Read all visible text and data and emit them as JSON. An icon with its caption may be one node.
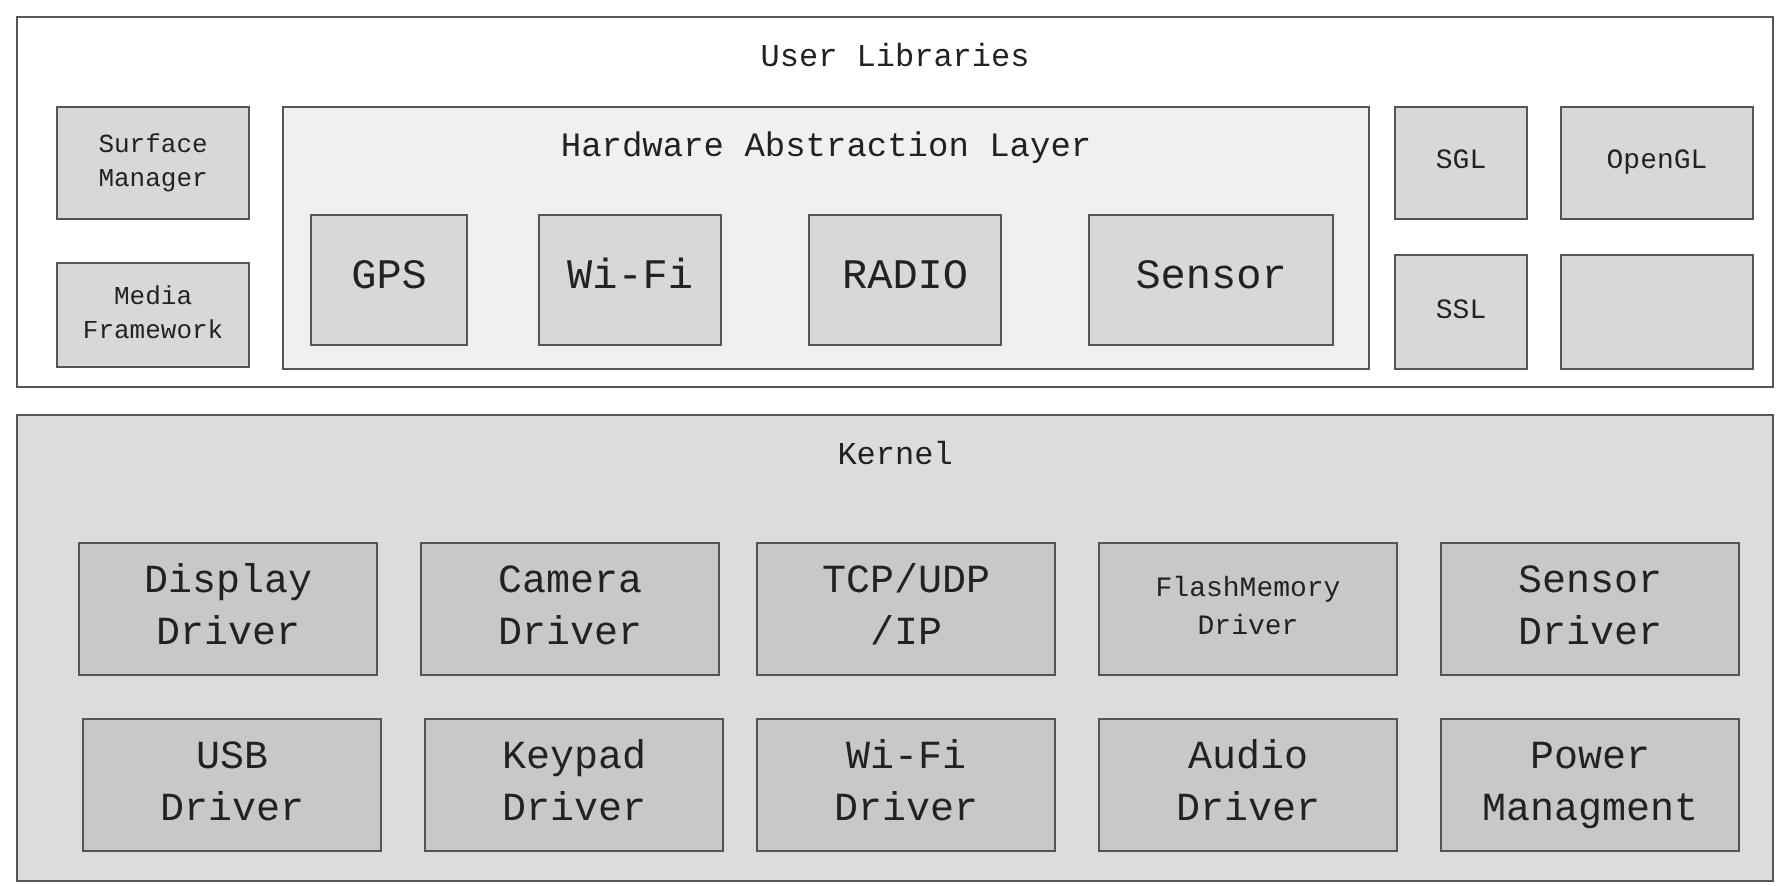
{
  "diagram": {
    "nodes": [
      {
        "text": [
          "User Libraries"
        ]
      },
      {
        "text": [
          "Surface Manager"
        ],
        "in": 0
      },
      {
        "text": [
          "Media Framework"
        ],
        "in": 0
      },
      {
        "text": [
          "Hardware Abstraction Layer"
        ],
        "in": 0
      },
      {
        "text": [
          "GPS"
        ],
        "in": 3
      },
      {
        "text": [
          "Wi-Fi"
        ],
        "in": 3
      },
      {
        "text": [
          "RADIO"
        ],
        "in": 3
      },
      {
        "text": [
          "Sensor"
        ],
        "in": 3
      },
      {
        "text": [
          "SGL"
        ],
        "in": 0
      },
      {
        "text": [
          "OpenGL"
        ],
        "in": 0
      },
      {
        "text": [
          "SSL"
        ],
        "in": 0
      },
      {
        "text": [],
        "shape": "box",
        "in": 0
      },
      {
        "text": [
          "Kernel"
        ]
      },
      {
        "text": [
          "Display Driver"
        ],
        "in": 12
      },
      {
        "text": [
          "Camera Driver"
        ],
        "in": 12
      },
      {
        "text": [
          "TCP/UDP /IP"
        ],
        "in": 12
      },
      {
        "text": [
          "FlashMemory Driver"
        ],
        "in": 12
      },
      {
        "text": [
          "Sensor Driver"
        ],
        "in": 12
      },
      {
        "text": [
          "USB Driver"
        ],
        "in": 12
      },
      {
        "text": [
          "Keypad Driver"
        ],
        "in": 12
      },
      {
        "text": [
          "Wi-Fi Driver"
        ],
        "in": 12
      },
      {
        "text": [
          "Audio Driver"
        ],
        "in": 12
      },
      {
        "text": [
          "Power Managment"
        ],
        "in": 12
      }
    ]
  }
}
